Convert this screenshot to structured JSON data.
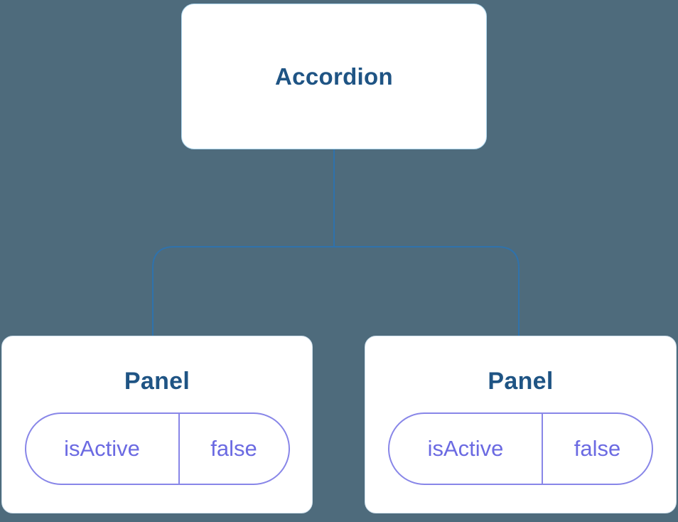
{
  "background_color": "#4e6b7c",
  "tree": {
    "root": {
      "label": "Accordion"
    },
    "panels": [
      {
        "title": "Panel",
        "prop": {
          "name": "isActive",
          "value": "false"
        }
      },
      {
        "title": "Panel",
        "prop": {
          "name": "isActive",
          "value": "false"
        }
      }
    ]
  },
  "colors": {
    "node_background": "#ffffff",
    "node_title_text": "#1f5484",
    "connector_line": "#2f72ac",
    "prop_text": "#6b6ae2",
    "pill_border": "#8886e8",
    "root_node_border": "#b3dbf2",
    "panel_node_border": "#cfe0ec"
  }
}
